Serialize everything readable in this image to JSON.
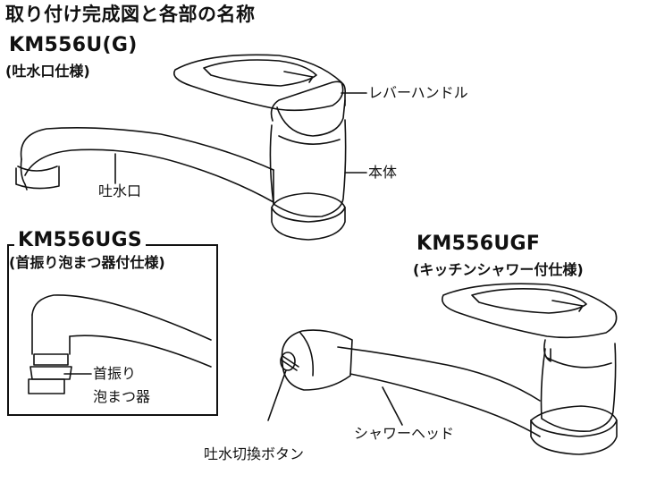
{
  "title": "取り付け完成図と各部の名称",
  "models": [
    {
      "model": "KM556U(G)",
      "spec": "(吐水口仕様)"
    },
    {
      "model": "KM556UGS",
      "spec": "(首振り泡まつ器付仕様)"
    },
    {
      "model": "KM556UGF",
      "spec": "(キッチンシャワー付仕様)"
    }
  ],
  "callouts": {
    "lever_handle": "レバーハンドル",
    "body": "本体",
    "spout": "吐水口",
    "swivel_aerator_line1": "首振り",
    "swivel_aerator_line2": "泡まつ器",
    "spray_switch_button": "吐水切換ボタン",
    "shower_head": "シャワーヘッド"
  },
  "colors": {
    "line": "#111111",
    "background": "#ffffff"
  }
}
